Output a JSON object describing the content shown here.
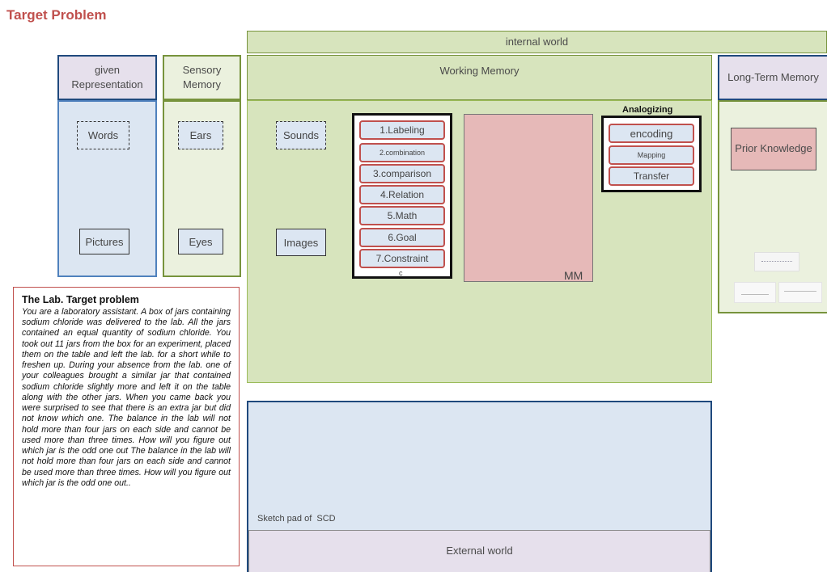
{
  "title": "Target Problem",
  "internal_world": "internal world",
  "columns": {
    "given_representation": "given Representation",
    "sensory_memory": "Sensory Memory",
    "working_memory": "Working Memory",
    "long_term_memory": "Long-Term Memory"
  },
  "given": {
    "words": "Words",
    "pictures": "Pictures"
  },
  "sensory": {
    "ears": "Ears",
    "eyes": "Eyes"
  },
  "working": {
    "sounds": "Sounds",
    "images": "Images",
    "steps": [
      "1.Labeling",
      "2.combination",
      "3.comparison",
      "4.Relation",
      "5.Math",
      "6.Goal",
      "7.Constraint"
    ],
    "steps_footnote": "c",
    "mm_label": "MM",
    "analogizing_title": "Analogizing",
    "analogizing": [
      "encoding",
      "Mapping",
      "Transfer"
    ]
  },
  "long_term": {
    "prior_knowledge": "Prior Knowledge"
  },
  "sketch_pad": "Sketch pad of  SCD",
  "external_world": "External world",
  "problem": {
    "heading": "The Lab. Target problem",
    "text": "You are a laboratory assistant. A box of jars containing sodium chloride was delivered to the lab. All the jars contained an equal quantity of sodium chloride. You took out 11 jars from the box for an experiment, placed them on the table and left the lab. for a short while to freshen up. During your absence from the lab. one of your colleagues brought a similar jar that contained sodium chloride slightly more and left it on the table along with the other jars. When you came back you were surprised to see that there is an extra jar but did not know which one. The balance in the lab will not hold more than four jars on each side and cannot be used more than three times.  How will you figure out which jar is the odd one out  The balance in the lab will not hold more than four jars on each side and cannot be used more than three times.  How will you figure out which jar is the odd one out.."
  },
  "colors": {
    "accent_red": "#c0504d",
    "green_border": "#77933c",
    "blue_border": "#1f497d"
  }
}
